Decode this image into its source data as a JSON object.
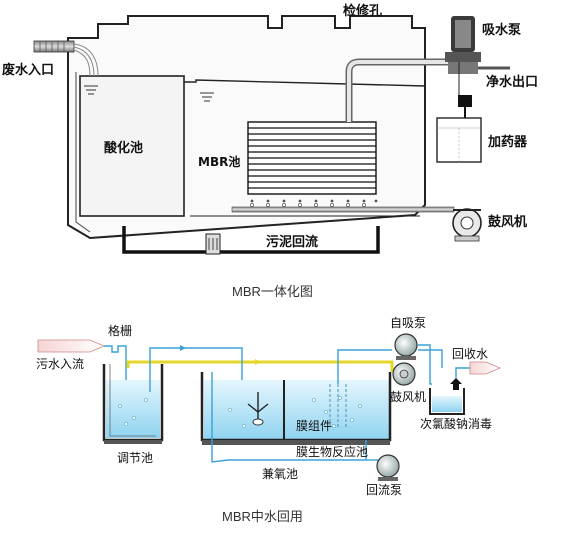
{
  "diagram1": {
    "caption": "MBR一体化图",
    "labels": {
      "inspection_hole": "检修孔",
      "suction_pump": "吸水泵",
      "wastewater_inlet": "废水入口",
      "clean_water_outlet": "净水出口",
      "acidification_tank": "酸化池",
      "mbr_tank": "MBR池",
      "dosing_unit": "加药器",
      "blower": "鼓风机",
      "sludge_return": "污泥回流"
    }
  },
  "diagram2": {
    "caption": "MBR中水回用",
    "labels": {
      "self_priming_pump": "自吸泵",
      "grille": "格栅",
      "sewage_inflow": "污水入流",
      "reclaimed_water": "回收水",
      "blower": "鼓风机",
      "membrane_module": "膜组件",
      "sodium_hypochlorite": "次氯酸钠消毒",
      "adjusting_tank": "调节池",
      "membrane_bioreactor": "膜生物反应池",
      "anoxic_tank": "兼氧池",
      "return_pump": "回流泵"
    }
  },
  "colors": {
    "water": "#bfe6f7",
    "water_deep": "#7fcbed",
    "pipe_blue": "#3aa0d8",
    "pipe_yellow": "#f0e63c",
    "tank_line": "#222222"
  }
}
